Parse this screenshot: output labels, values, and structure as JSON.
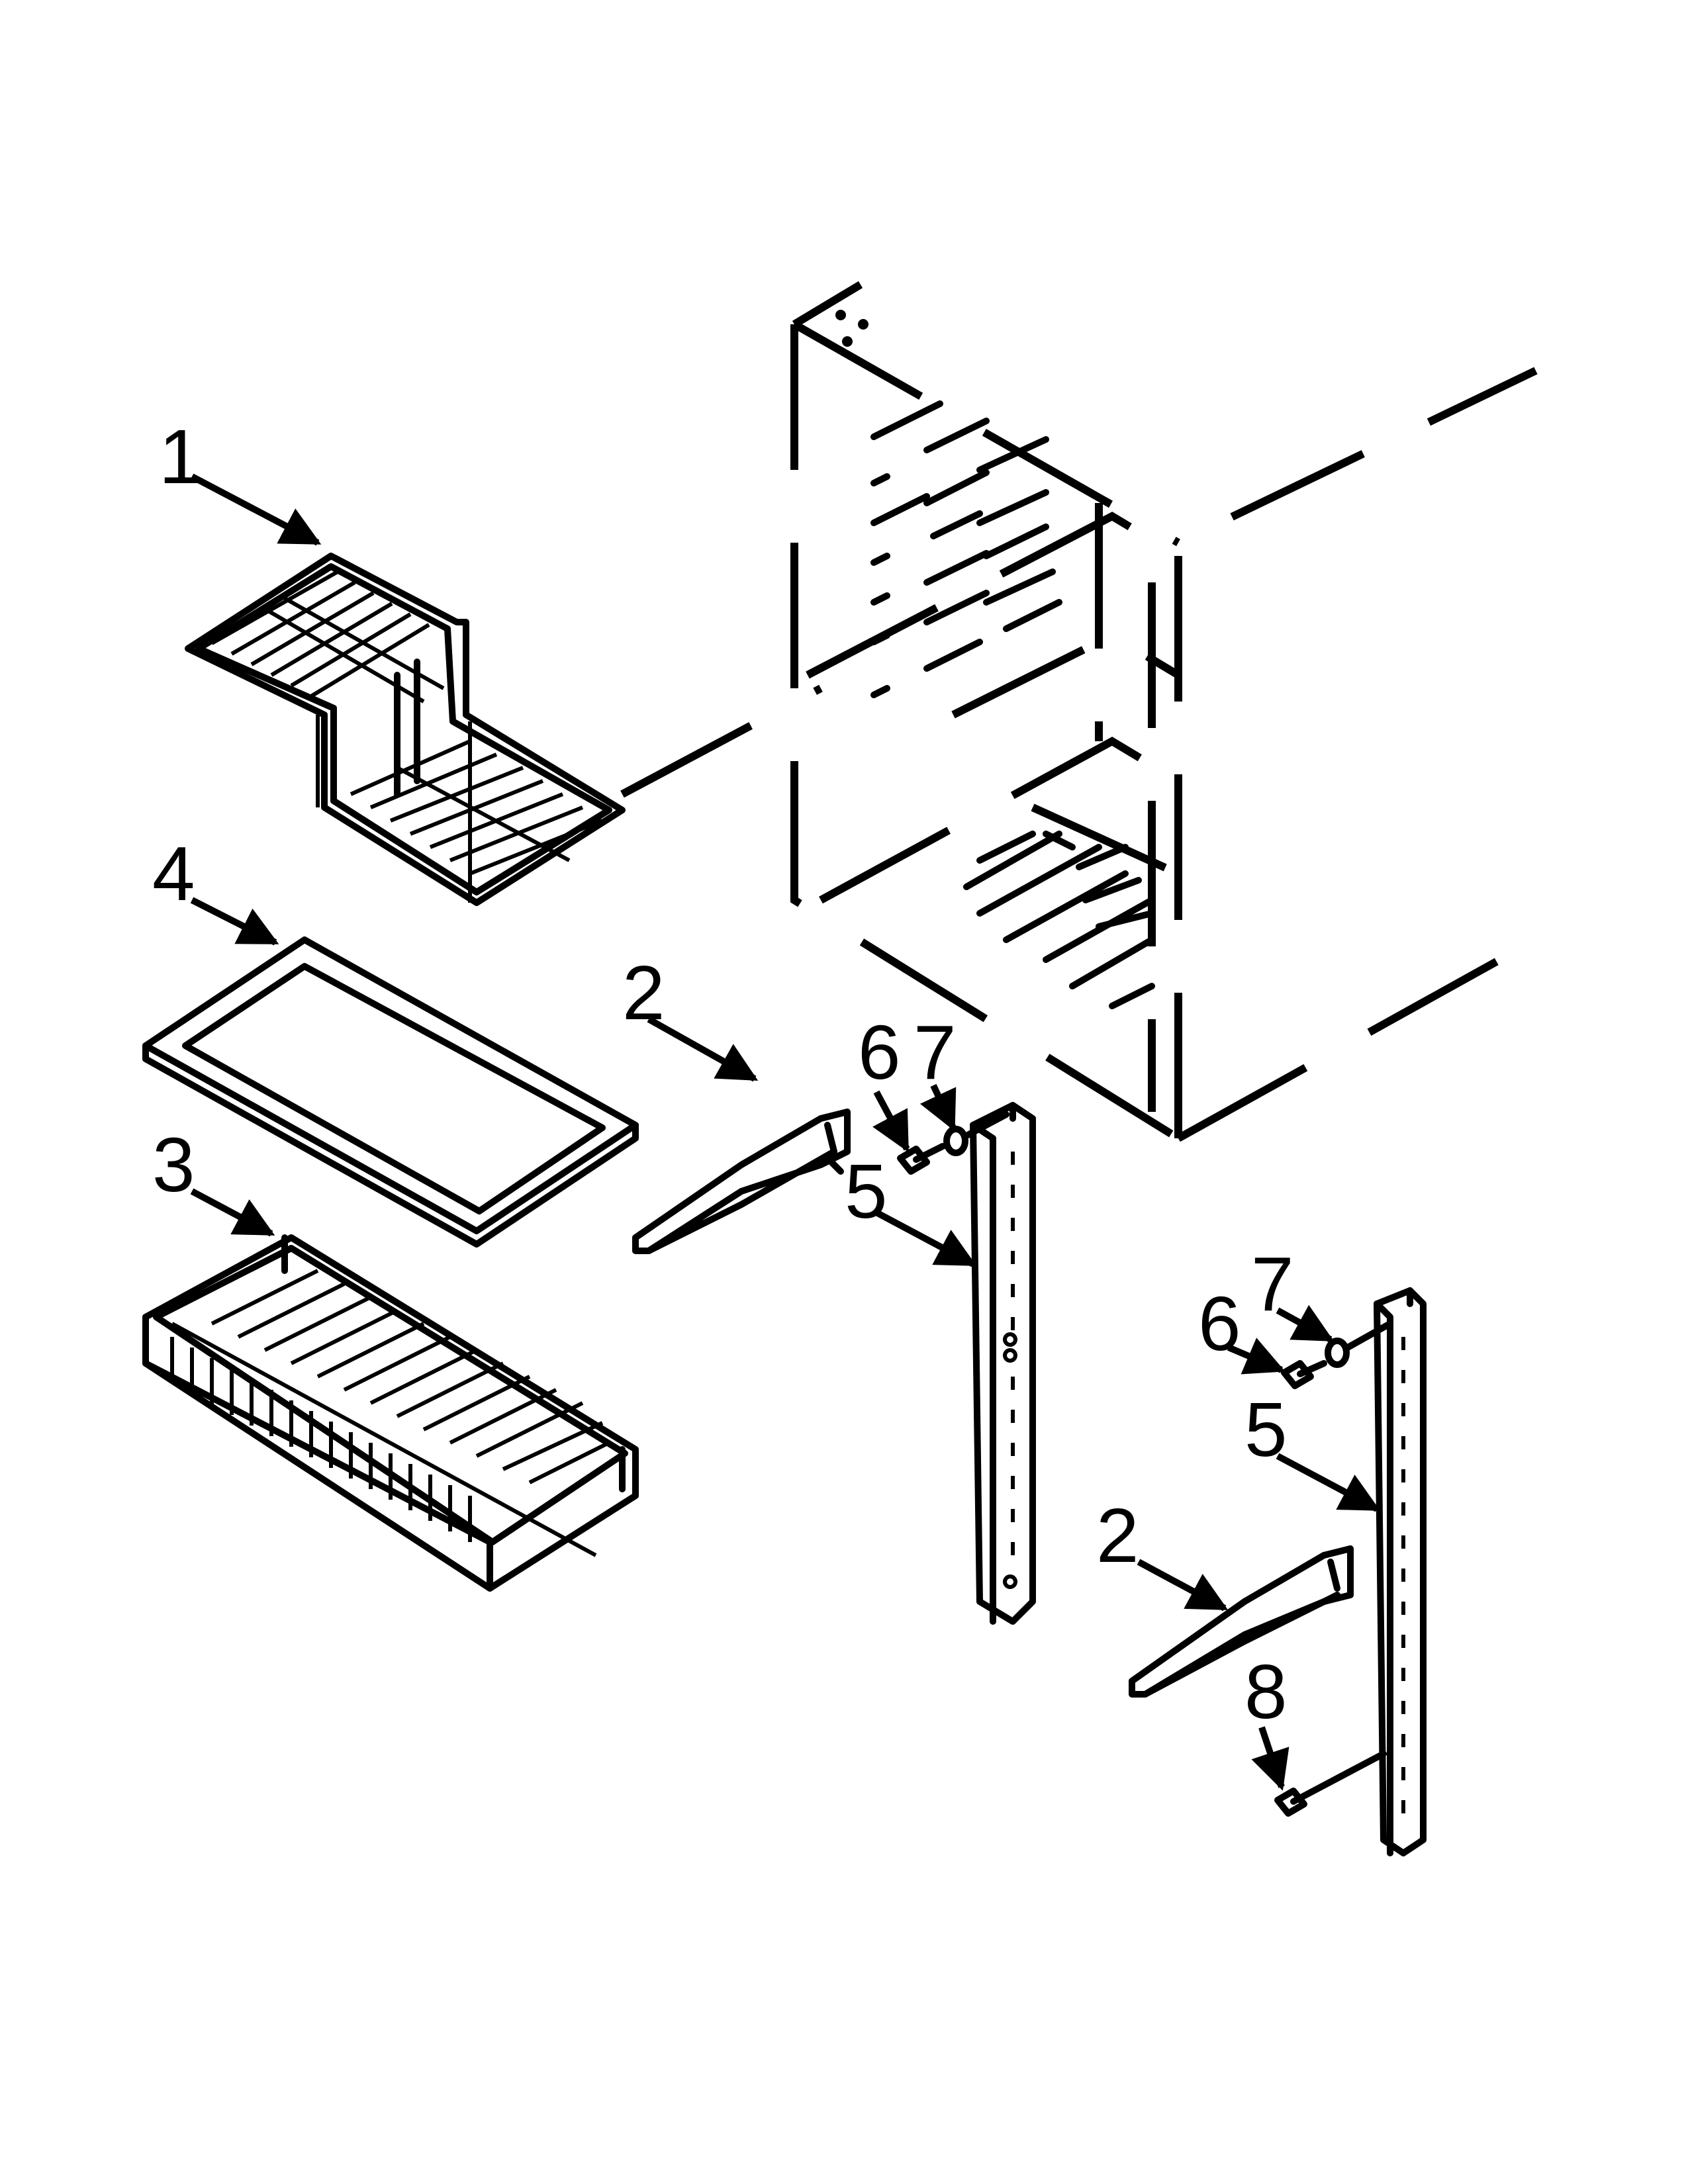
{
  "callouts": {
    "c1": "1",
    "c4": "4",
    "c3": "3",
    "c2a": "2",
    "c6a": "6",
    "c7a": "7",
    "c5a": "5",
    "c7b": "7",
    "c6b": "6",
    "c5b": "5",
    "c2b": "2",
    "c8": "8"
  }
}
